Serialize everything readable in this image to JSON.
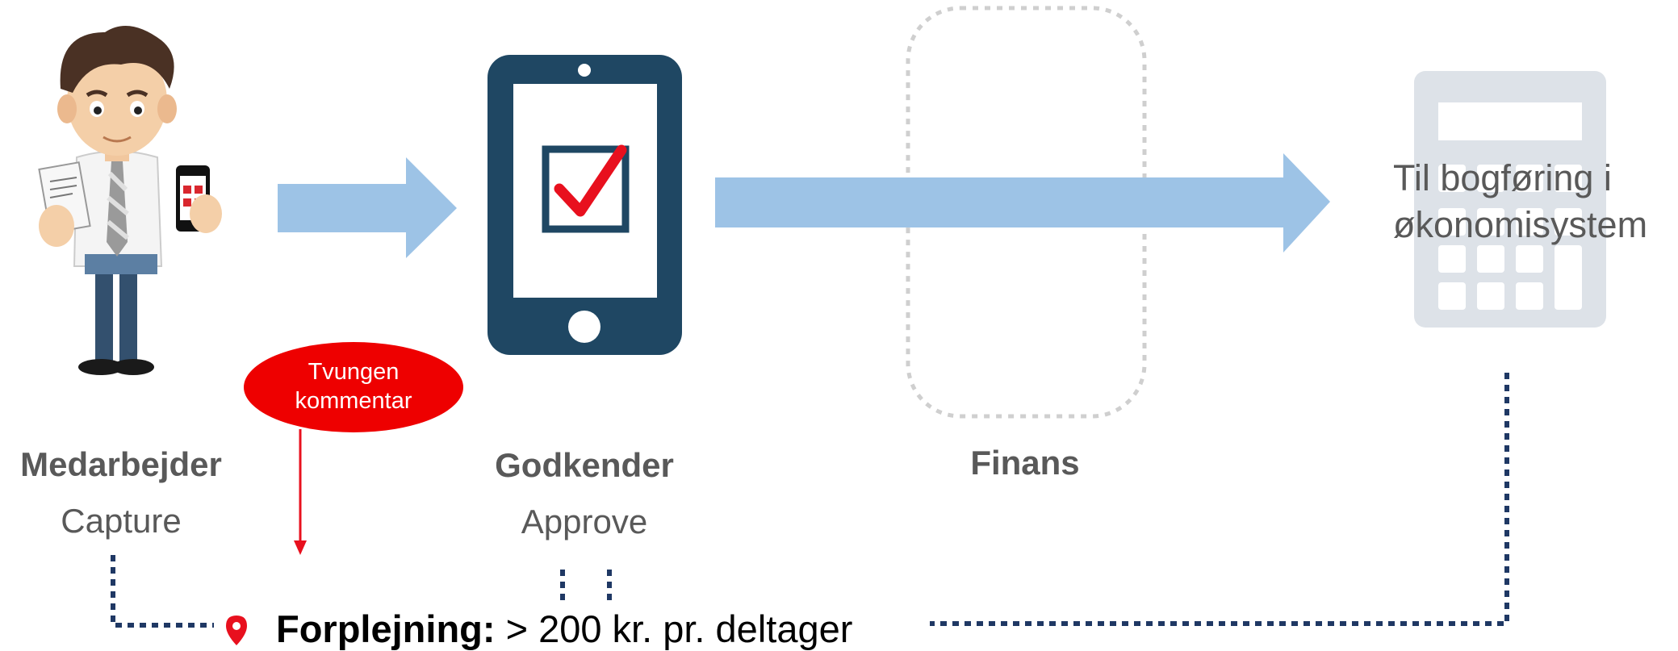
{
  "stages": [
    {
      "title": "Medarbejder",
      "subtitle": "Capture"
    },
    {
      "title": "Godkender",
      "subtitle": "Approve"
    },
    {
      "title": "Finans",
      "subtitle": ""
    }
  ],
  "destination": {
    "line1": "Til bogføring i",
    "line2": "økonomisystem"
  },
  "badge": {
    "line1": "Tvungen",
    "line2": "kommentar",
    "color": "#ee0000"
  },
  "rule": {
    "label": "Forplejning:",
    "text": "> 200 kr. pr. deltager"
  },
  "colors": {
    "arrow": "#9dc3e6",
    "phone": "#1f4763",
    "check": "#e8101e",
    "calculator": "#dde2e8",
    "dotted_line": "#1f3864"
  },
  "icons": [
    "employee-illustration",
    "phone-check-icon",
    "calculator-icon",
    "location-pin-icon"
  ]
}
